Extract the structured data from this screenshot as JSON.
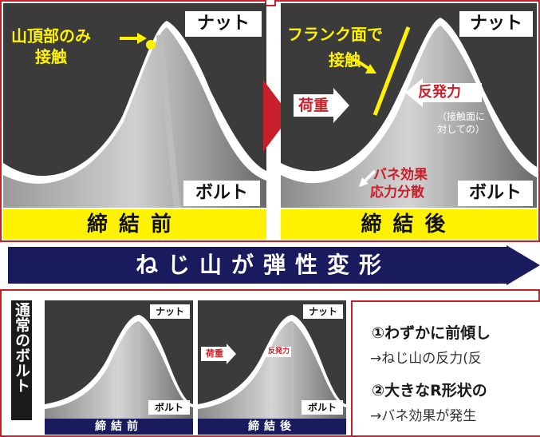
{
  "top_left": {
    "nut_label": "ナット",
    "bolt_label": "ボルト",
    "annotation_line1": "山頂部のみ",
    "annotation_line2": "接触",
    "caption": "締結前"
  },
  "top_right": {
    "nut_label": "ナット",
    "bolt_label": "ボルト",
    "annotation_line1": "フランク面で",
    "annotation_line2": "接触",
    "load_label": "荷重",
    "reaction_label": "反発力",
    "reaction_note_line1": "（接触面に",
    "reaction_note_line2": "対しての）",
    "spring_line1": "バネ効果",
    "spring_line2": "応力分散",
    "caption": "締結後"
  },
  "banner": {
    "text": "ねじ山が弾性変形"
  },
  "bottom": {
    "side_label": "通常のボルト",
    "left": {
      "nut_label": "ナット",
      "bolt_label": "ボルト",
      "caption": "締結前"
    },
    "right": {
      "nut_label": "ナット",
      "bolt_label": "ボルト",
      "caption": "締結後",
      "load_label": "荷重",
      "reaction_label": "反発力"
    }
  },
  "notes": {
    "line1": "①わずかに前傾し",
    "line2": "→ねじ山の反力(反",
    "line3": "②大きなR形状の",
    "line4": "→バネ効果が発生"
  },
  "colors": {
    "accent_red": "#c7202a",
    "yellow": "#fff200",
    "navy": "#1a1a5e",
    "dark_gray": "#3b3b3b"
  }
}
